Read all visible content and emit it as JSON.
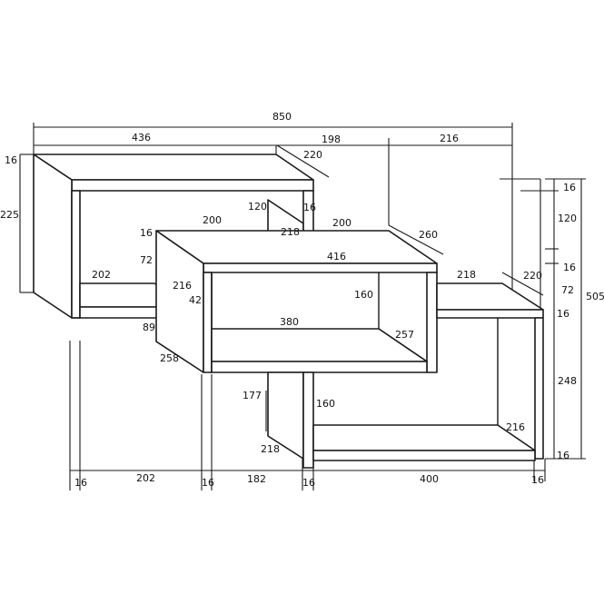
{
  "diagram": {
    "dimensions": {
      "overall_width": "850",
      "top_left_width": "436",
      "top_middle_width": "198",
      "top_right_width": "216",
      "top_depth": "220",
      "left_top_thickness": "16",
      "left_height": "225",
      "upper_back_height": "120",
      "upper_back_thickness": "16",
      "middle_top_left_width": "200",
      "middle_top_right_width": "200",
      "middle_depth": "260",
      "left_middle_thickness": "16",
      "middle_side_height": "72",
      "inner_depth_a": "216",
      "inner_height_a": "42",
      "inner_depth_b": "218",
      "middle_top_width": "416",
      "middle_inner_height": "160",
      "middle_shelf_width": "380",
      "middle_shelf_depth": "257",
      "left_shelf_width": "202",
      "left_shelf_height": "89",
      "left_shelf_depth": "258",
      "right_shelf_width": "218",
      "right_shelf_depth": "220",
      "right_top_thickness": "16",
      "right_upper_height": "120",
      "right_mid_thickness": "16",
      "right_side_height": "72",
      "right_shelf_thickness": "16",
      "overall_height": "505",
      "right_lower_height": "248",
      "right_bottom_thickness": "16",
      "lower_back_height": "177",
      "lower_inner_height": "160",
      "lower_depth_a": "218",
      "lower_depth_b": "216",
      "bottom_left_thickness": "16",
      "bottom_left_width": "202",
      "bottom_mid_thickness": "16",
      "bottom_mid_width": "182",
      "bottom_right_thickness": "16",
      "bottom_right_width": "400",
      "bottom_end_thickness": "16"
    }
  }
}
